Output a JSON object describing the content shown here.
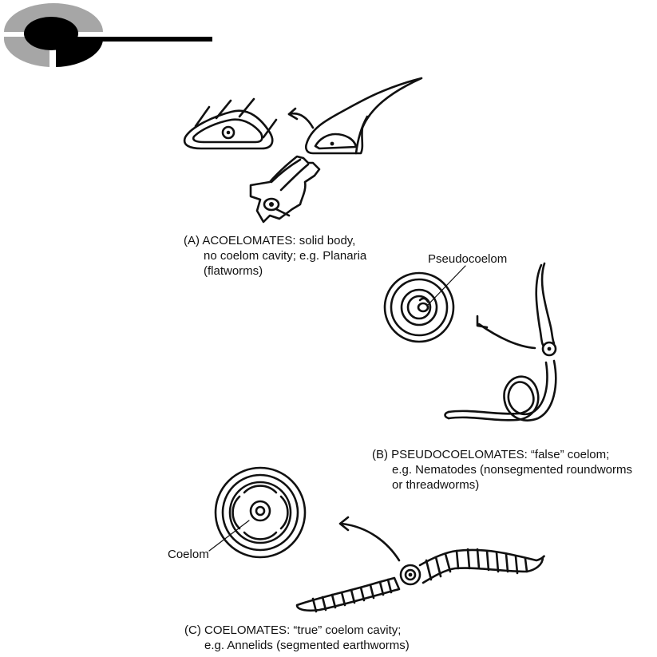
{
  "panels": {
    "a": {
      "line1": "(A) ACOELOMATES: solid body,",
      "line2": "no coelom cavity; e.g. Planaria",
      "line3": "(flatworms)"
    },
    "b": {
      "label": "Pseudocoelom",
      "line1": "(B) PSEUDOCOELOMATES: “false” coelom;",
      "line2": "e.g. Nematodes (nonsegmented roundworms",
      "line3": "or threadworms)"
    },
    "c": {
      "label": "Coelom",
      "line1": "(C) COELOMATES: “true” coelom cavity;",
      "line2": "e.g. Annelids (segmented earthworms)"
    }
  },
  "logo": {
    "icon": "chapter-badge-icon",
    "colors": {
      "dark": "#000000",
      "grey": "#a6a6a6"
    }
  }
}
